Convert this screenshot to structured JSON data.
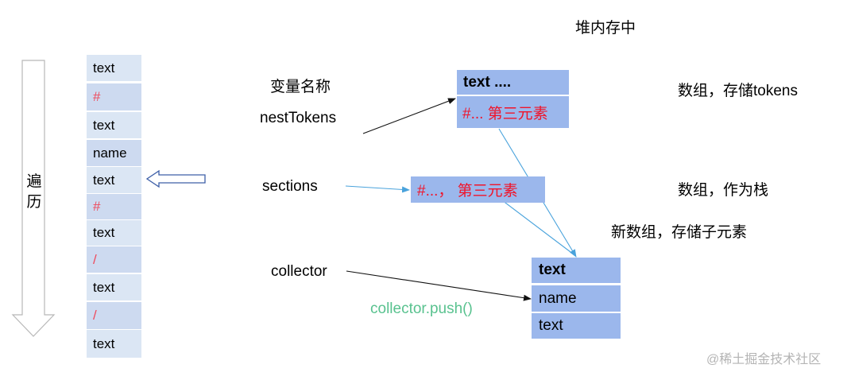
{
  "heap_title": "堆内存中",
  "traverse_label": [
    "遍",
    "历"
  ],
  "tokens": [
    {
      "text": "text",
      "kind": "text"
    },
    {
      "text": "#",
      "kind": "hash"
    },
    {
      "text": "text",
      "kind": "text"
    },
    {
      "text": "name",
      "kind": "name"
    },
    {
      "text": "text",
      "kind": "text"
    },
    {
      "text": "#",
      "kind": "hash"
    },
    {
      "text": "text",
      "kind": "text"
    },
    {
      "text": "/",
      "kind": "slash"
    },
    {
      "text": "text",
      "kind": "text"
    },
    {
      "text": "/",
      "kind": "slash"
    },
    {
      "text": "text",
      "kind": "text"
    }
  ],
  "variables": {
    "header": "变量名称",
    "nest_tokens": "nestTokens",
    "sections": "sections",
    "collector": "collector"
  },
  "push_call": "collector.push()",
  "nest_box": {
    "row1": "text ....",
    "row2": "#... 第三元素"
  },
  "sections_box": {
    "row1": "#...， 第三元素"
  },
  "collector_box": {
    "rows": [
      "text",
      "name",
      "text"
    ]
  },
  "notes": {
    "array_tokens": "数组，存储tokens",
    "array_stack": "数组，作为栈",
    "new_array": "新数组，存储子元素"
  },
  "watermark": "@稀土掘金技术社区",
  "colors": {
    "box_fill": "#9bb7ec",
    "token_light": "#dbe6f4",
    "token_dark": "#cddaf0",
    "red_text": "#f0142a",
    "push_green": "#59c28f",
    "arrow_blue": "#4aa3dc"
  }
}
